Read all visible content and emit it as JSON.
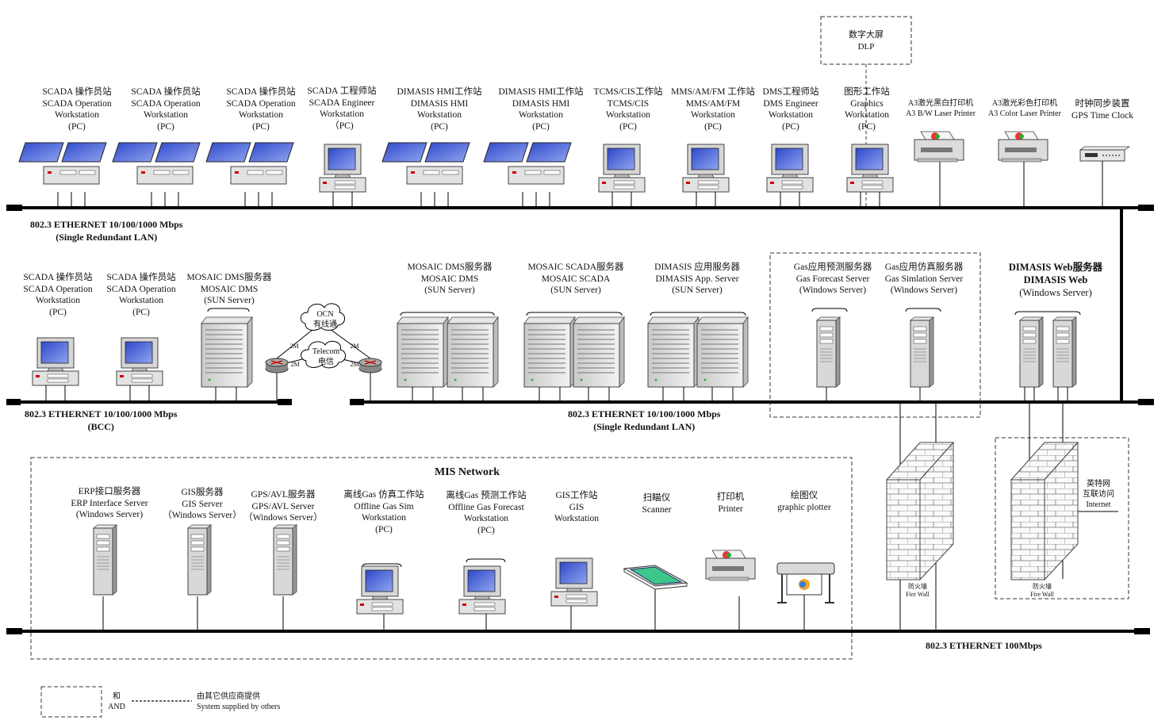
{
  "networks": {
    "top": [
      "802.3 ETHERNET 10/100/1000 Mbps",
      "(Single Redundant LAN)"
    ],
    "bcc": [
      "802.3 ETHERNET 10/100/1000 Mbps",
      "(BCC)"
    ],
    "middle": [
      "802.3 ETHERNET 10/100/1000 Mbps",
      "(Single Redundant LAN)"
    ],
    "mis": [
      "802.3 ETHERNET 100Mbps"
    ]
  },
  "dlp": [
    "数字大屏",
    "DLP"
  ],
  "top_row": [
    [
      "SCADA 操作员站",
      "SCADA Operation",
      "Workstation",
      "(PC)"
    ],
    [
      "SCADA 操作员站",
      "SCADA Operation",
      "Workstation",
      "(PC)"
    ],
    [
      "SCADA 操作员站",
      "SCADA Operation",
      "Workstation",
      "(PC)"
    ],
    [
      "SCADA 工程师站",
      "SCADA Engineer",
      "Workstation",
      "（PC)"
    ],
    [
      "DIMASIS HMI工作站",
      "DIMASIS HMI",
      "Workstation",
      "(PC)"
    ],
    [
      "DIMASIS HMI工作站",
      "DIMASIS HMI",
      "Workstation",
      "(PC)"
    ],
    [
      "TCMS/CIS工作站",
      "TCMS/CIS",
      "Workstation",
      "(PC)"
    ],
    [
      "MMS/AM/FM 工作站",
      "MMS/AM/FM",
      "Workstation",
      "(PC)"
    ],
    [
      "DMS工程师站",
      "DMS Engineer",
      "Workstation",
      "(PC)"
    ],
    [
      "图形工作站",
      "Graphics",
      "Workstation",
      "(PC)"
    ]
  ],
  "printers_top": [
    [
      "A3激光黑白打印机",
      "A3 B/W Laser Printer"
    ],
    [
      "A3激光彩色打印机",
      "A3 Color Laser Printer"
    ],
    [
      "时钟同步装置",
      "GPS Time Clock"
    ]
  ],
  "bcc_row": [
    [
      "SCADA 操作员站",
      "SCADA Operation",
      "Workstation",
      "(PC)"
    ],
    [
      "SCADA 操作员站",
      "SCADA Operation",
      "Workstation",
      "(PC)"
    ],
    [
      "MOSAIC DMS服务器",
      "MOSAIC DMS",
      "(SUN Server)"
    ]
  ],
  "wan": {
    "ocn": [
      "OCN",
      "有线通"
    ],
    "telecom": [
      "Telecom",
      "电信"
    ],
    "link": "2M"
  },
  "mid_row": [
    [
      "MOSAIC DMS服务器",
      "MOSAIC DMS",
      "(SUN Server)"
    ],
    [
      "MOSAIC SCADA服务器",
      "MOSAIC SCADA",
      "(SUN Server)"
    ],
    [
      "DIMASIS 应用服务器",
      "DIMASIS App. Server",
      "(SUN Server)"
    ],
    [
      "Gas应用预测服务器",
      "Gas Forecast Server",
      "(Windows Server)"
    ],
    [
      "Gas应用仿真服务器",
      "Gas Simlation Server",
      "(Windows Server)"
    ],
    [
      "DIMASIS Web服务器",
      "DIMASIS Web",
      "(Windows Server)"
    ]
  ],
  "mis_title": "MIS Network",
  "mis_row": [
    [
      "ERP接口服务器",
      "ERP Interface Server",
      "(Windows Server)"
    ],
    [
      "GIS服务器",
      "GIS Server",
      "（Windows Server）"
    ],
    [
      "GPS/AVL服务器",
      "GPS/AVL Server",
      "（Windows Server）"
    ],
    [
      "离线Gas 仿真工作站",
      "Offline Gas Sim",
      "Workstation",
      "(PC)"
    ],
    [
      "离线Gas 预测工作站",
      "Offline Gas Forecast",
      "Workstation",
      "(PC)"
    ],
    [
      "GIS工作站",
      "GIS",
      "Workstation"
    ],
    [
      "扫瞄仪",
      "Scanner"
    ],
    [
      "打印机",
      "Printer"
    ],
    [
      "绘图仪",
      "graphic plotter"
    ]
  ],
  "firewalls": [
    [
      "防火墙",
      "Fire Wall"
    ],
    [
      "防火墙",
      "Fire Wall"
    ]
  ],
  "internet": [
    "英特网",
    "互联访问",
    "Internet"
  ],
  "legend": {
    "and": [
      "和",
      "AND"
    ],
    "others": [
      "由其它供应商提供",
      "System supplied by others"
    ]
  }
}
